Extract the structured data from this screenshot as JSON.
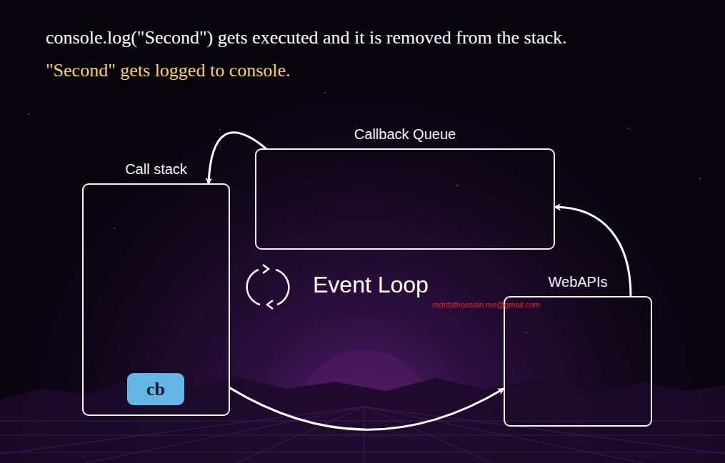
{
  "diagram": {
    "title": "console.log(\"Second\") gets executed and it is removed from the stack.",
    "caption": "\"Second\" gets logged to console.",
    "nodes": [
      {
        "text": [
          "Call stack"
        ]
      },
      {
        "text": [
          "cb"
        ],
        "in": 0
      },
      {
        "text": [
          "Callback Queue"
        ]
      },
      {
        "text": [
          "WebAPIs"
        ]
      }
    ],
    "edges": [
      {
        "from": 2,
        "to": 0,
        "arrow": "to"
      },
      {
        "from": 3,
        "to": 2,
        "arrow": "to"
      },
      {
        "from": 0,
        "to": 3,
        "arrow": "to"
      }
    ],
    "labels": [
      "Event Loop",
      "mdrifathossain.me@gmail.com"
    ]
  }
}
